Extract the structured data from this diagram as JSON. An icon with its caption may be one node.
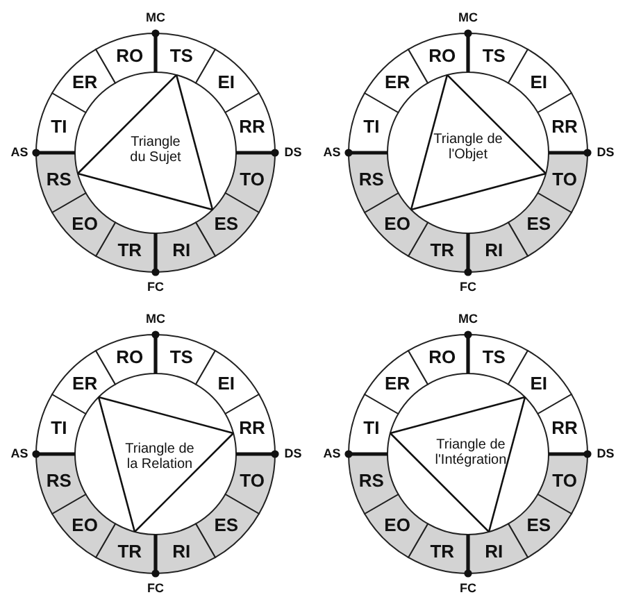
{
  "diagram": {
    "nodes": [
      {
        "text": [
          "TS"
        ]
      },
      {
        "text": [
          "EI"
        ]
      },
      {
        "text": [
          "RR"
        ]
      },
      {
        "text": [
          "TO"
        ]
      },
      {
        "text": [
          "ES"
        ]
      },
      {
        "text": [
          "RI"
        ]
      },
      {
        "text": [
          "TR"
        ]
      },
      {
        "text": [
          "EO"
        ]
      },
      {
        "text": [
          "RS"
        ]
      },
      {
        "text": [
          "TI"
        ]
      },
      {
        "text": [
          "ER"
        ]
      },
      {
        "text": [
          "RO"
        ]
      },
      {
        "text": [
          "Triangle du Sujet"
        ]
      },
      {
        "text": [
          "TS"
        ]
      },
      {
        "text": [
          "EI"
        ]
      },
      {
        "text": [
          "RR"
        ]
      },
      {
        "text": [
          "TO"
        ]
      },
      {
        "text": [
          "ES"
        ]
      },
      {
        "text": [
          "RI"
        ]
      },
      {
        "text": [
          "TR"
        ]
      },
      {
        "text": [
          "EO"
        ]
      },
      {
        "text": [
          "RS"
        ]
      },
      {
        "text": [
          "TI"
        ]
      },
      {
        "text": [
          "ER"
        ]
      },
      {
        "text": [
          "RO"
        ]
      },
      {
        "text": [
          "Triangle de l'Objet"
        ]
      },
      {
        "text": [
          "TS"
        ]
      },
      {
        "text": [
          "EI"
        ]
      },
      {
        "text": [
          "RR"
        ]
      },
      {
        "text": [
          "TO"
        ]
      },
      {
        "text": [
          "ES"
        ]
      },
      {
        "text": [
          "RI"
        ]
      },
      {
        "text": [
          "TR"
        ]
      },
      {
        "text": [
          "EO"
        ]
      },
      {
        "text": [
          "RS"
        ]
      },
      {
        "text": [
          "TI"
        ]
      },
      {
        "text": [
          "ER"
        ]
      },
      {
        "text": [
          "RO"
        ]
      },
      {
        "text": [
          "Triangle de la Relation"
        ]
      },
      {
        "text": [
          "TS"
        ]
      },
      {
        "text": [
          "EI"
        ]
      },
      {
        "text": [
          "RR"
        ]
      },
      {
        "text": [
          "TO"
        ]
      },
      {
        "text": [
          "ES"
        ]
      },
      {
        "text": [
          "RI"
        ]
      },
      {
        "text": [
          "TR"
        ]
      },
      {
        "text": [
          "EO"
        ]
      },
      {
        "text": [
          "RS"
        ]
      },
      {
        "text": [
          "TI"
        ]
      },
      {
        "text": [
          "ER"
        ]
      },
      {
        "text": [
          "RO"
        ]
      },
      {
        "text": [
          "Triangle de l'Intégration"
        ]
      }
    ],
    "edges": [
      {
        "from": 0,
        "to": 8,
        "arrow": "none"
      },
      {
        "from": 8,
        "to": 4,
        "arrow": "none"
      },
      {
        "from": 4,
        "to": 0,
        "arrow": "none"
      },
      {
        "from": 24,
        "to": 16,
        "arrow": "none"
      },
      {
        "from": 16,
        "to": 20,
        "arrow": "none"
      },
      {
        "from": 20,
        "to": 24,
        "arrow": "none"
      },
      {
        "from": 36,
        "to": 28,
        "arrow": "none"
      },
      {
        "from": 28,
        "to": 32,
        "arrow": "none"
      },
      {
        "from": 32,
        "to": 36,
        "arrow": "none"
      },
      {
        "from": 48,
        "to": 40,
        "arrow": "none"
      },
      {
        "from": 40,
        "to": 44,
        "arrow": "none"
      },
      {
        "from": 44,
        "to": 48,
        "arrow": "none"
      }
    ],
    "labels": [
      "MC",
      "AS",
      "DS",
      "FC",
      "MC",
      "AS",
      "DS",
      "FC",
      "MC",
      "AS",
      "DS",
      "FC",
      "MC",
      "AS",
      "DS",
      "FC"
    ]
  }
}
